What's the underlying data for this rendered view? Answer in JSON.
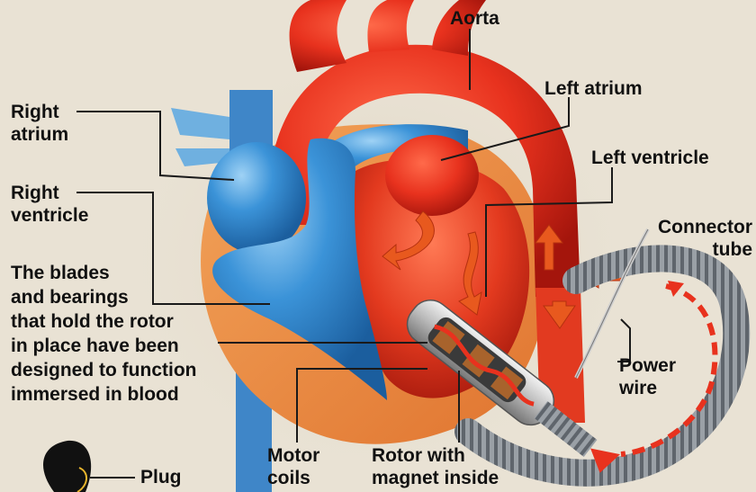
{
  "labels": {
    "aorta": "Aorta",
    "left_atrium": "Left atrium",
    "right_atrium": "Right\natrium",
    "left_ventricle": "Left ventricle",
    "right_ventricle": "Right\nventricle",
    "connector_tube": "Connector\ntube",
    "blades_note": "The blades\nand bearings\nthat hold the rotor\nin place have been\ndesigned to function\nimmersed in blood",
    "power_wire": "Power\nwire",
    "motor_coils": "Motor\ncoils",
    "rotor": "Rotor with\nmagnet inside",
    "plug": "Plug"
  },
  "colors": {
    "background": "#e9e2d4",
    "oxygenated_blood": "#e8321e",
    "deoxygenated_blood": "#2f86d0",
    "tube": "#8a8f96",
    "label_text": "#111111"
  }
}
